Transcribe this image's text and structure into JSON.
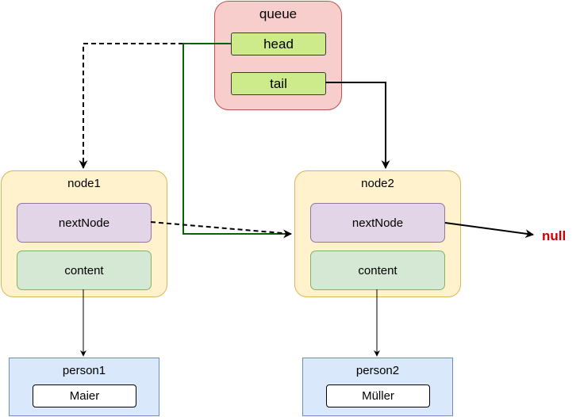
{
  "queue": {
    "title": "queue",
    "head_label": "head",
    "tail_label": "tail"
  },
  "nodes": [
    {
      "title": "node1",
      "next_label": "nextNode",
      "content_label": "content"
    },
    {
      "title": "node2",
      "next_label": "nextNode",
      "content_label": "content"
    }
  ],
  "persons": [
    {
      "title": "person1",
      "name": "Maier"
    },
    {
      "title": "person2",
      "name": "Müller"
    }
  ],
  "null_label": "null",
  "colors": {
    "null_text": "#cc0000",
    "head_link": "#006600",
    "line": "#000000"
  }
}
